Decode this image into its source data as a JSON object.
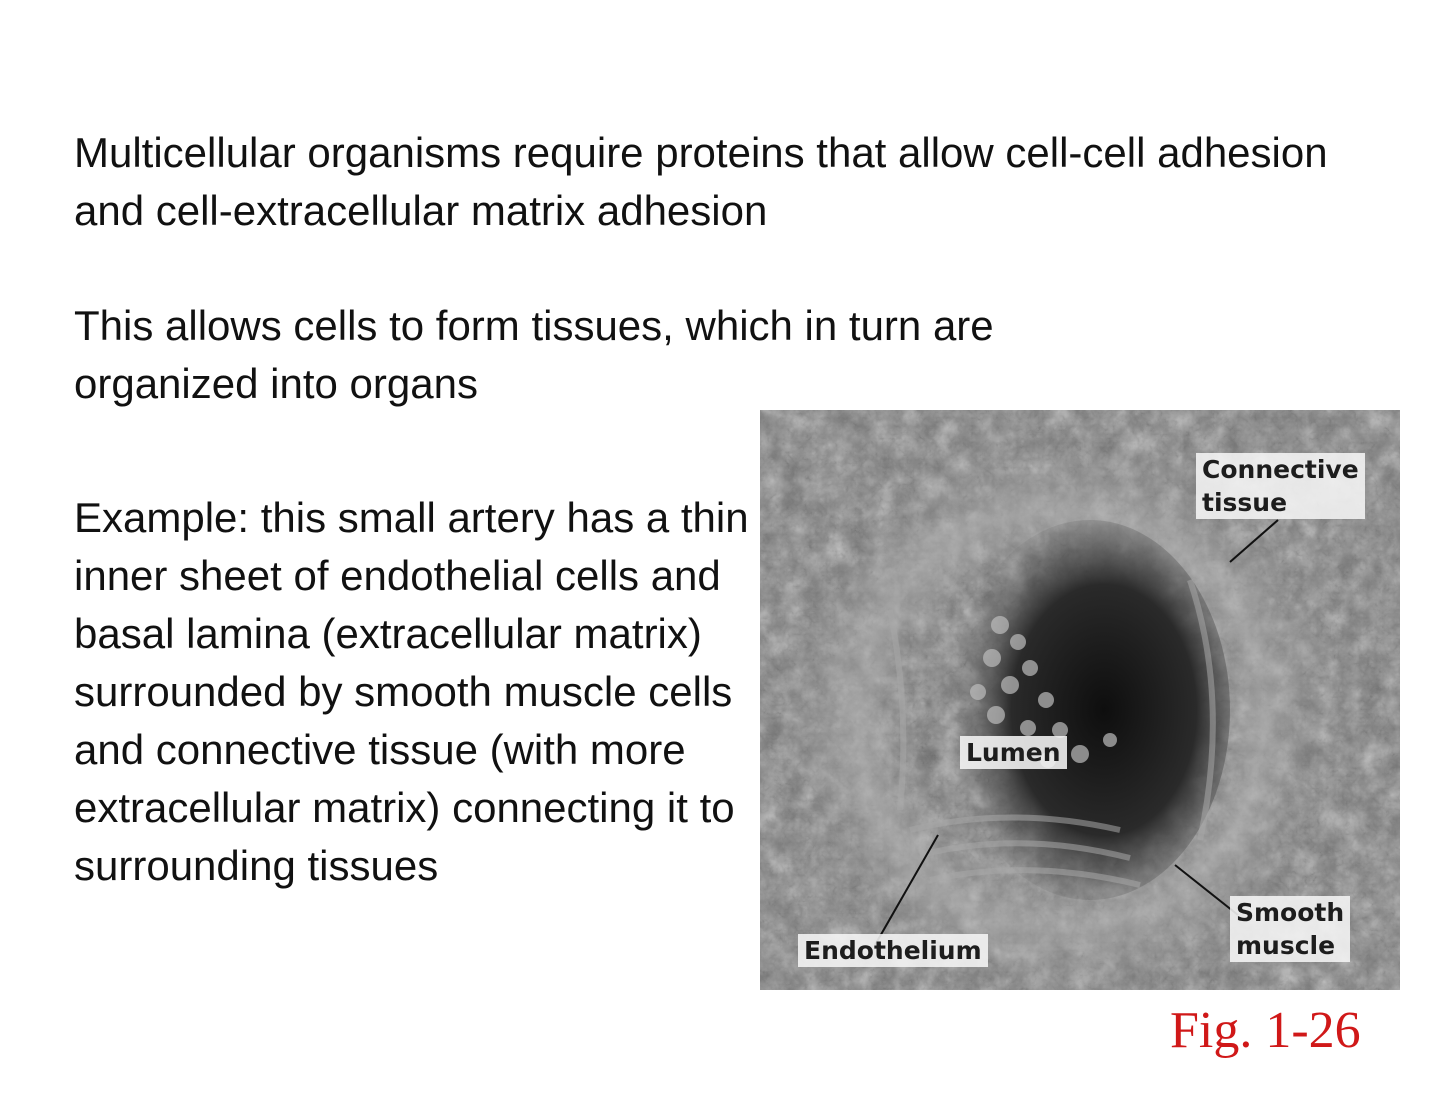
{
  "paragraphs": {
    "intro": "Multicellular organisms require proteins that allow cell-cell adhesion and cell-extracellular matrix adhesion",
    "tissues": "This allows cells to form tissues, which in turn are organized into organs",
    "example": "Example: this small artery has a thin inner sheet of endothelial cells and basal lamina (extracellular matrix) surrounded by smooth muscle cells and connective tissue (with more extracellular matrix) connecting it to surrounding tissues"
  },
  "figure": {
    "labels": {
      "connective_tissue": "Connective\ntissue",
      "lumen": "Lumen",
      "endothelium": "Endothelium",
      "smooth_muscle": "Smooth\nmuscle"
    },
    "caption": "Fig. 1-26"
  },
  "colors": {
    "text": "#111111",
    "caption": "#d01818",
    "label_bg": "#f5f5f5"
  }
}
